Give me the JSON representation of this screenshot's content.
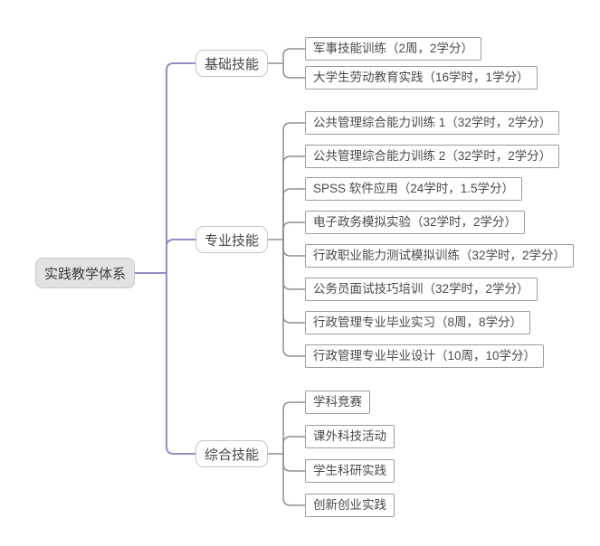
{
  "root": {
    "label": "实践教学体系"
  },
  "branches": [
    {
      "label": "基础技能",
      "children": [
        "军事技能训练（2周，2学分）",
        "大学生劳动教育实践（16学时，1学分）"
      ]
    },
    {
      "label": "专业技能",
      "children": [
        "公共管理综合能力训练 1（32学时，2学分）",
        "公共管理综合能力训练 2（32学时，2学分）",
        "SPSS 软件应用（24学时，1.5学分）",
        "电子政务模拟实验（32学时，2学分）",
        "行政职业能力测试模拟训练（32学时，2学分）",
        "公务员面试技巧培训（32学时，2学分）",
        "行政管理专业毕业实习（8周，8学分）",
        "行政管理专业毕业设计（10周，10学分）"
      ]
    },
    {
      "label": "综合技能",
      "children": [
        "学科竞赛",
        "课外科技活动",
        "学生科研实践",
        "创新创业实践"
      ]
    }
  ],
  "colors": {
    "trunk_line": "#948cc6",
    "branch_line": "#8f8f8f",
    "root_fill": "#e2e2e2",
    "root_border": "#c9c9c9",
    "branch_border": "#c5c5c5",
    "leaf_border": "#9c9c9c",
    "text": "#4a4a4a"
  }
}
